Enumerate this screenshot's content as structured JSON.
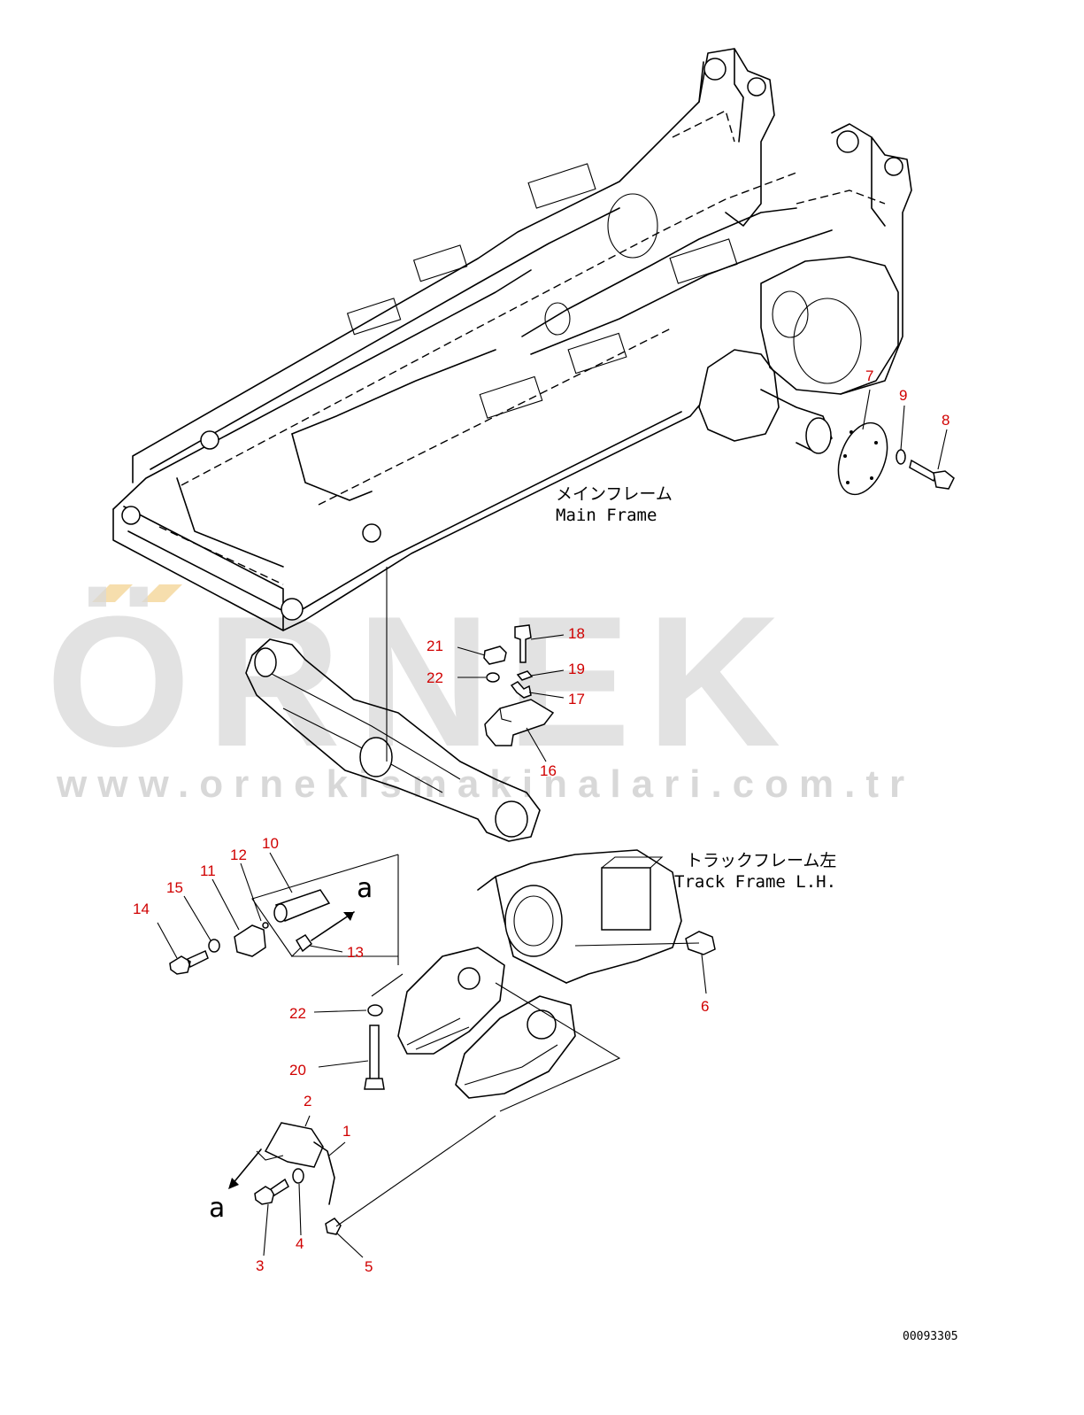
{
  "watermark": {
    "brand": "ÖRNEK",
    "url": "www.ornekismakinalari.com.tr",
    "accent_color": "#f2d08a"
  },
  "labels": {
    "main_frame_jp": "メインフレーム",
    "main_frame_en": "Main Frame",
    "track_frame_jp": "トラックフレーム左",
    "track_frame_en": "Track Frame L.H.",
    "arrow_letter_top": "a",
    "arrow_letter_bottom": "a",
    "drawing_number": "00093305"
  },
  "callouts": {
    "c1": "1",
    "c2": "2",
    "c3": "3",
    "c4": "4",
    "c5": "5",
    "c6": "6",
    "c7": "7",
    "c8": "8",
    "c9": "9",
    "c10": "10",
    "c11": "11",
    "c12": "12",
    "c13": "13",
    "c14": "14",
    "c15": "15",
    "c16": "16",
    "c17": "17",
    "c18": "18",
    "c19": "19",
    "c20": "20",
    "c21": "21",
    "c22a": "22",
    "c22b": "22"
  },
  "colors": {
    "callout": "#d00000",
    "linework": "#000000",
    "watermark": "#d9d9d9"
  }
}
